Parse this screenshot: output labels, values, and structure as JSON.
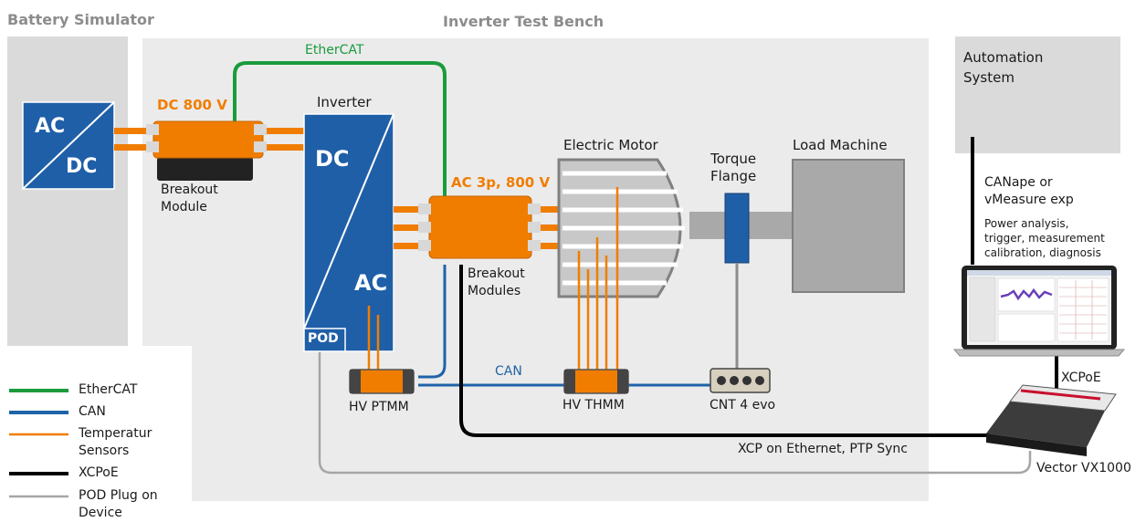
{
  "headers": {
    "battery_simulator": "Battery Simulator",
    "inverter_test_bench": "Inverter Test Bench"
  },
  "automation_system": "Automation\nSystem",
  "acdc": {
    "ac": "AC",
    "dc": "DC"
  },
  "dc_800": "DC 800 V",
  "breakout_module": "Breakout\nModule",
  "inverter": {
    "title": "Inverter",
    "dc": "DC",
    "ac": "AC",
    "pod": "POD"
  },
  "ac_3p": "AC 3p, 800 V",
  "breakout_modules": "Breakout\nModules",
  "ethercat_label": "EtherCAT",
  "electric_motor": "Electric Motor",
  "torque_flange": "Torque\nFlange",
  "load_machine": "Load Machine",
  "software": {
    "name": "CANape or\nvMeasure exp",
    "features": "Power analysis,\ntrigger, measurement\ncalibration, diagnosis"
  },
  "can_label": "CAN",
  "devices": {
    "hv_ptmm": "HV PTMM",
    "hv_thmm": "HV THMM",
    "cnt_4_evo": "CNT 4 evo",
    "vx1000": "Vector VX1000"
  },
  "xcpoe_label": "XCPoE",
  "xcp_ethernet": "XCP on Ethernet, PTP Sync",
  "legend": [
    {
      "label": "EtherCAT",
      "color": "#1a9b3c"
    },
    {
      "label": "CAN",
      "color": "#1f63a8"
    },
    {
      "label": "Temperatur\nSensors",
      "color": "#f07d00"
    },
    {
      "label": "XCPoE",
      "color": "#000000"
    },
    {
      "label": "POD Plug on\nDevice",
      "color": "#a6a6a6"
    }
  ],
  "colors": {
    "panel": "#ebebeb",
    "battery_panel": "#dadada",
    "navy": "#1f5fa8",
    "orange": "#f07d00",
    "green": "#1a9b3c",
    "gray_line": "#a6a6a6"
  }
}
